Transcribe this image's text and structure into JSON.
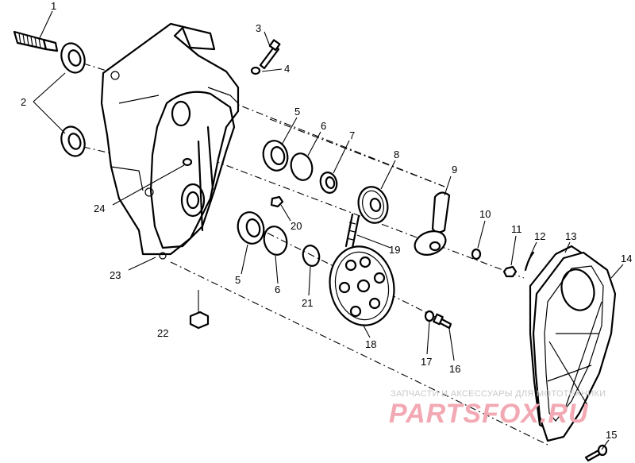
{
  "callouts": [
    {
      "id": "c1",
      "text": "1"
    },
    {
      "id": "c2",
      "text": "2"
    },
    {
      "id": "c3",
      "text": "3"
    },
    {
      "id": "c4",
      "text": "4"
    },
    {
      "id": "c5a",
      "text": "5"
    },
    {
      "id": "c5b",
      "text": "5"
    },
    {
      "id": "c6a",
      "text": "6"
    },
    {
      "id": "c6b",
      "text": "6"
    },
    {
      "id": "c7",
      "text": "7"
    },
    {
      "id": "c8",
      "text": "8"
    },
    {
      "id": "c9",
      "text": "9"
    },
    {
      "id": "c10",
      "text": "10"
    },
    {
      "id": "c11",
      "text": "11"
    },
    {
      "id": "c12",
      "text": "12"
    },
    {
      "id": "c13",
      "text": "13"
    },
    {
      "id": "c14",
      "text": "14"
    },
    {
      "id": "c15",
      "text": "15"
    },
    {
      "id": "c16",
      "text": "16"
    },
    {
      "id": "c17",
      "text": "17"
    },
    {
      "id": "c18",
      "text": "18"
    },
    {
      "id": "c19",
      "text": "19"
    },
    {
      "id": "c20",
      "text": "20"
    },
    {
      "id": "c21",
      "text": "21"
    },
    {
      "id": "c22",
      "text": "22"
    },
    {
      "id": "c23",
      "text": "23"
    },
    {
      "id": "c24",
      "text": "24"
    }
  ],
  "watermark": {
    "line1": "ЗАПЧАСТИ И АКСЕССУАРЫ ДЛЯ МОТОТЕХНИКИ",
    "line2": "PARTSFOX.RU"
  },
  "colors": {
    "ink": "#000000",
    "watermark_red": "#f2a9b3",
    "watermark_gray": "#c9c9c9"
  }
}
